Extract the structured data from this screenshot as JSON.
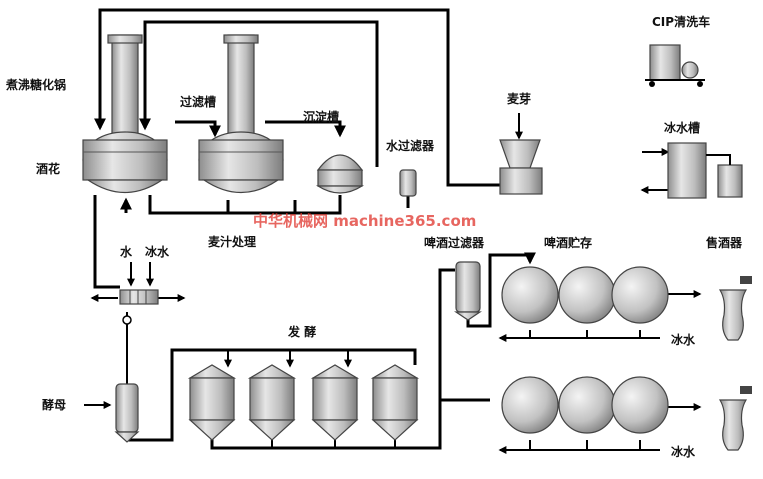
{
  "labels": {
    "boil_kettle": "煮沸糖化锅",
    "hops": "酒花",
    "lauter_tun": "过滤槽",
    "whirlpool": "沉淀槽",
    "water_filter": "水过滤器",
    "malt": "麦芽",
    "cip": "CIP清洗车",
    "ice_water_tank": "冰水槽",
    "wort_treatment": "麦汁处理",
    "water": "水",
    "ice_water_top": "冰水",
    "yeast": "酵母",
    "fermentation": "发 酵",
    "beer_filter": "啤酒过滤器",
    "beer_storage": "啤酒贮存",
    "beer_dispenser": "售酒器",
    "ice_water_1": "冰水",
    "ice_water_2": "冰水"
  },
  "watermark": "中华机械网 machine365.com",
  "colors": {
    "pipe": "#000000",
    "vessel": "#b9b9b9",
    "watermark": "#e0342c"
  }
}
